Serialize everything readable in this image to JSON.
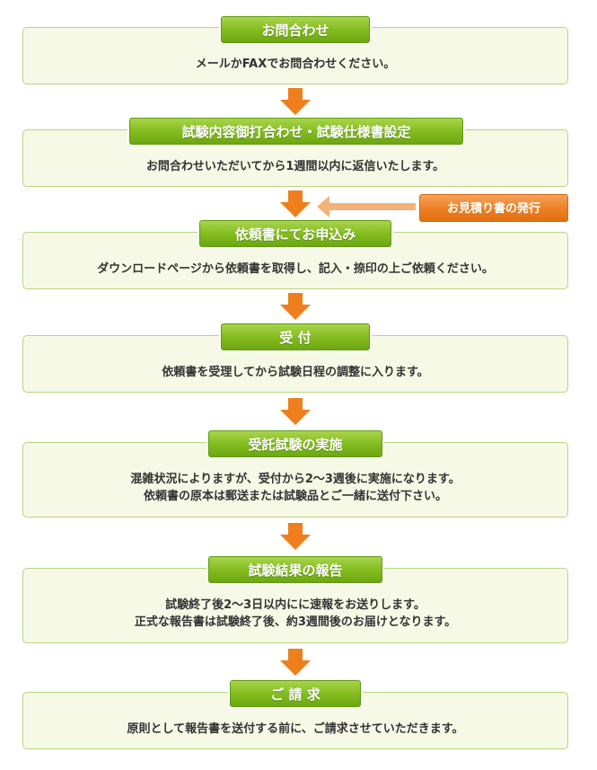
{
  "steps": [
    {
      "title": "お問合わせ",
      "lines": [
        "メールかFAXでお問合わせください。"
      ]
    },
    {
      "title": "試験内容御打合わせ・試験仕様書設定",
      "lines": [
        "お問合わせいただいてから1週間以内に返信いたします。"
      ]
    },
    {
      "title": "依頼書にてお申込み",
      "lines": [
        "ダウンロードページから依頼書を取得し、記入・捺印の上ご依頼ください。"
      ]
    },
    {
      "title": "受 付",
      "lines": [
        "依頼書を受理してから試験日程の調整に入ります。"
      ]
    },
    {
      "title": "受託試験の実施",
      "lines": [
        "混雑状況によりますが、受付から2～3週後に実施になります。",
        "依頼書の原本は郵送または試験品とご一緒に送付下さい。"
      ]
    },
    {
      "title": "試験結果の報告",
      "lines": [
        "試験終了後2～3日以内にに速報をお送りします。",
        "正式な報告書は試験終了後、約3週間後のお届けとなります。"
      ]
    },
    {
      "title": "ご 請 求",
      "lines": [
        "原則として報告書を送付する前に、ご請求させていただきます。"
      ]
    }
  ],
  "estimate": {
    "label": "お見積り書の発行"
  },
  "colors": {
    "title_green": "#84bd20",
    "box_border": "#b9d67f",
    "box_fill": "#f6f9e6",
    "arrow_orange": "#ee7f1c",
    "badge_orange": "#ec7f22",
    "side_arrow": "#f5b17a"
  }
}
